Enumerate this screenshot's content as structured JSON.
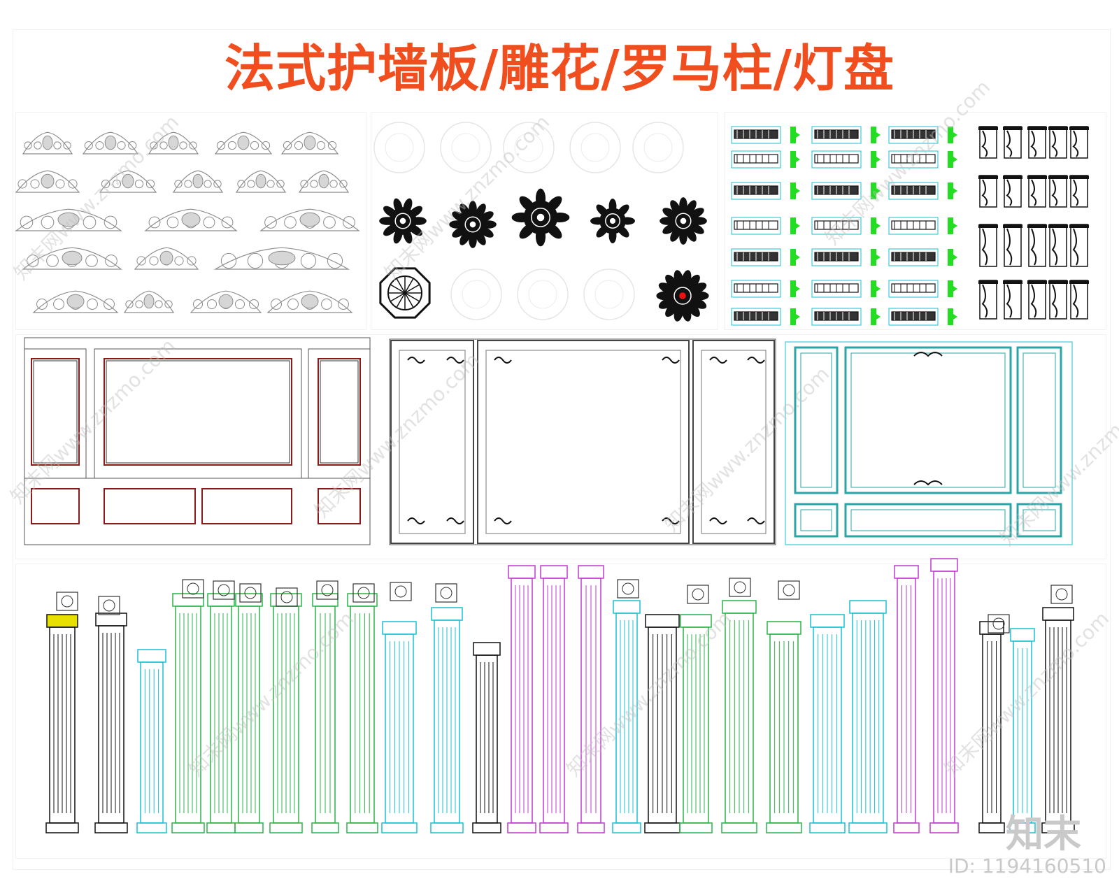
{
  "title": "法式护墙板/雕花/罗马柱/灯盘",
  "watermark": {
    "site": "知末网www.znzmo.com",
    "brand": "知末",
    "id_text": "ID: 1194160510"
  },
  "colors": {
    "title": "#f04e1e",
    "gray_ornament": "#8c8c8c",
    "black": "#111111",
    "green_highlight": "#22dd22",
    "cyan": "#19c2d1",
    "green": "#2bb34a",
    "magenta": "#c23ad1",
    "teal": "#2aa6a6",
    "dark_red": "#8b1a1a",
    "yellow": "#e8e000",
    "red_dot": "#ee1111"
  },
  "sections": [
    {
      "name": "carved-ornaments",
      "icon": "scroll-ornament-icon"
    },
    {
      "name": "ceiling-medallions",
      "icon": "rosette-icon"
    },
    {
      "name": "moldings-and-corbels",
      "icon": "molding-profile-icon"
    },
    {
      "name": "wall-paneling",
      "icon": "panel-icon"
    },
    {
      "name": "roman-columns",
      "icon": "column-icon"
    }
  ]
}
